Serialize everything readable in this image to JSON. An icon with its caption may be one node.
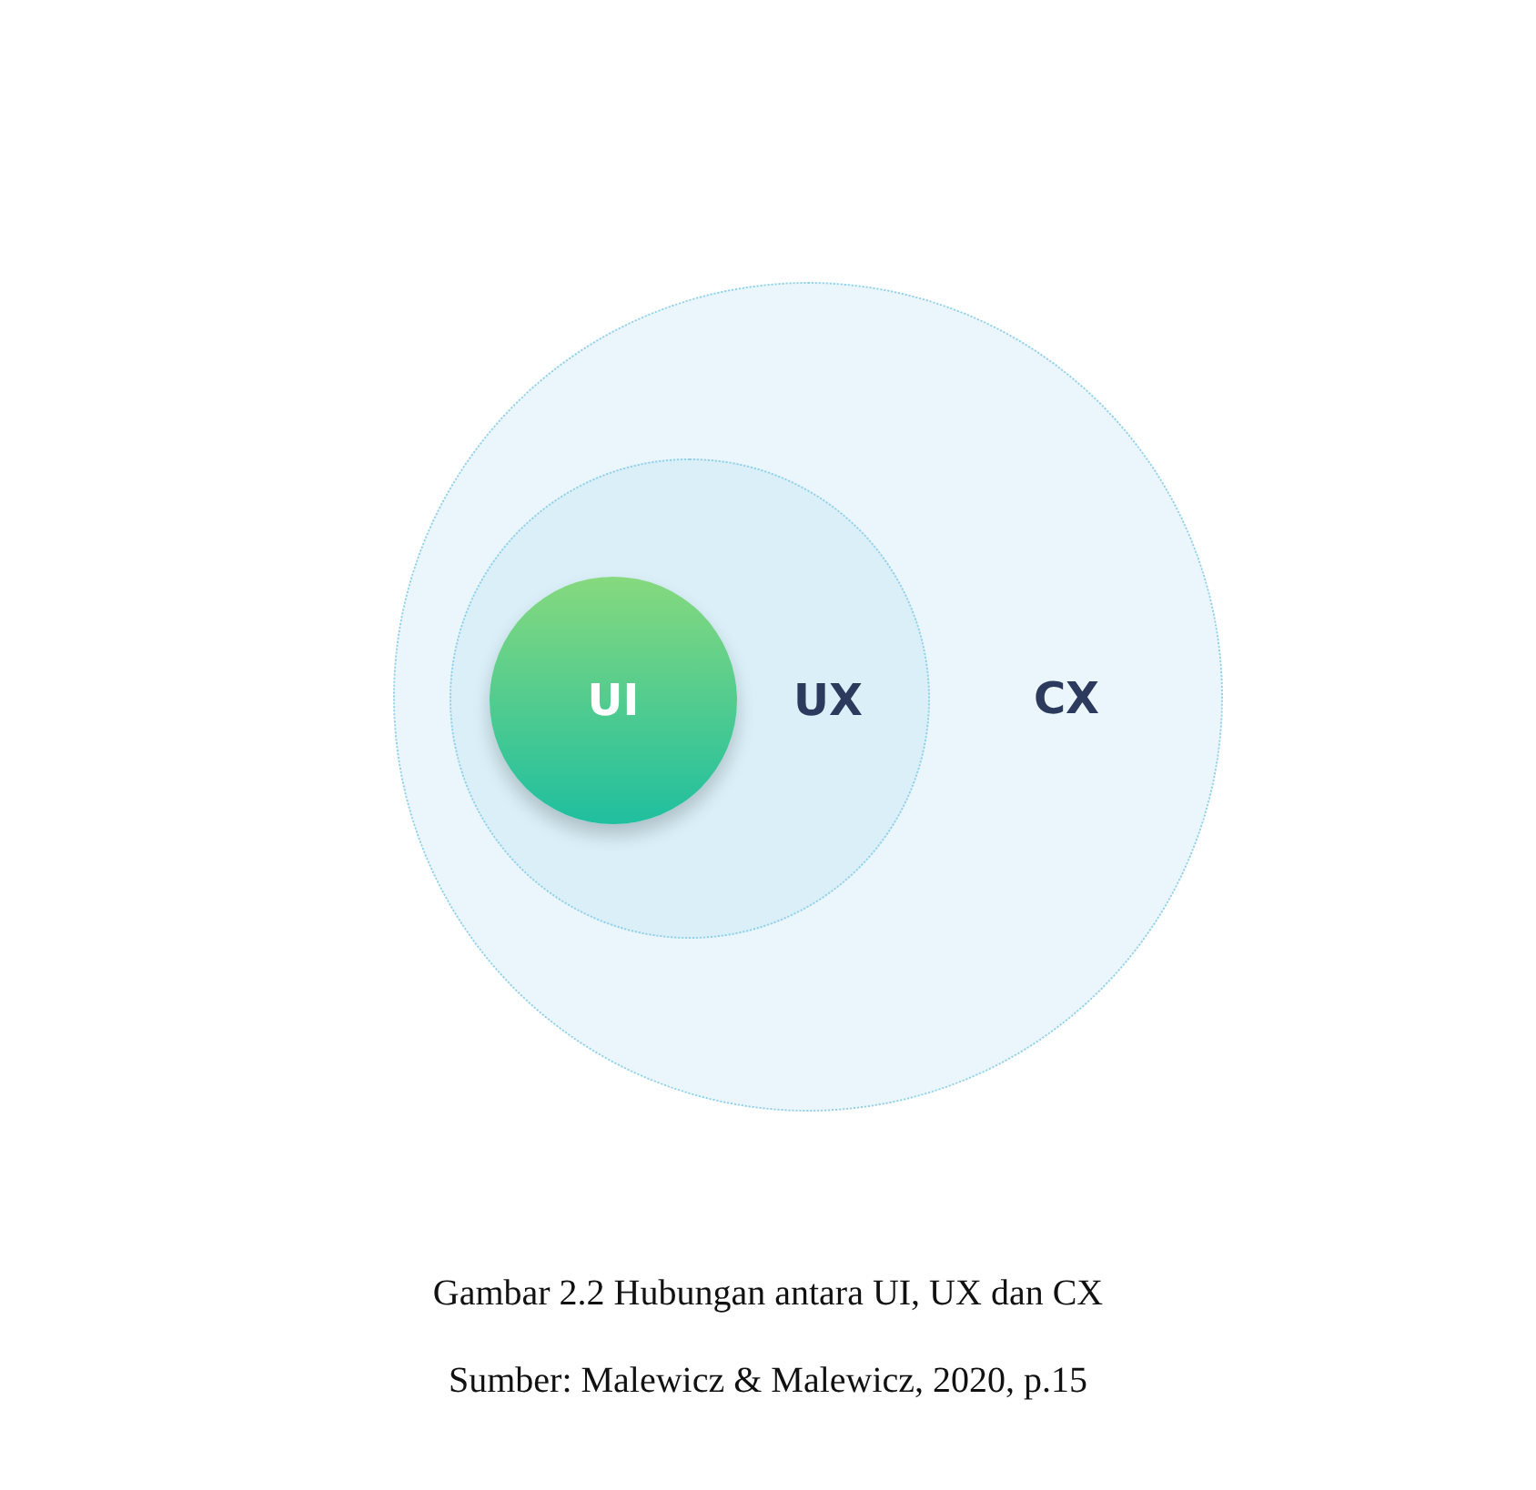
{
  "diagram": {
    "caption": "Gambar 2.2 Hubungan antara UI, UX dan CX",
    "nodes": [
      {
        "text": [
          "CX"
        ]
      },
      {
        "text": [
          "UX"
        ],
        "in": 0
      },
      {
        "text": [
          "UI"
        ],
        "in": 1
      }
    ],
    "labels": [
      "Sumber: Malewicz & Malewicz, 2020, p.15"
    ]
  }
}
